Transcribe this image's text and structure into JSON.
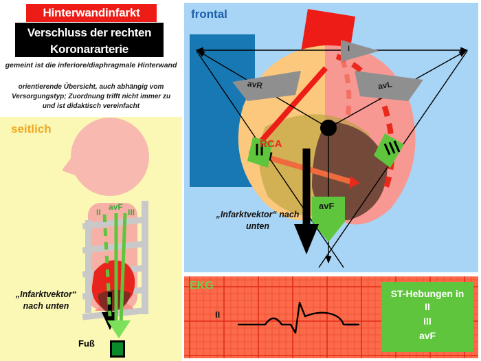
{
  "header": {
    "title_red": "Hinterwandinfarkt",
    "title_black": "Verschluss der rechten Koronararterie",
    "subtitle_1": "gemeint ist die inferiore/diaphragmale Hinterwand",
    "subtitle_2": "orientierende Übersicht, auch abhängig vom Versorgungstyp; Zuordnung trifft nicht immer zu und ist didaktisch vereinfacht"
  },
  "seitlich": {
    "label": "seitlich",
    "vector_text": "„Infarktvektor“ nach unten",
    "foot_label": "Fuß",
    "leads": [
      "II",
      "avF",
      "III"
    ]
  },
  "frontal": {
    "label": "frontal",
    "artery_label": "RCA",
    "vector_text": "„Infarktvektor“ nach unten",
    "electrodes": [
      "I",
      "avR",
      "avL",
      "II",
      "III",
      "avF"
    ]
  },
  "ekg": {
    "label": "EKG",
    "lead_label": "II",
    "st_box": {
      "heading": "ST-Hebungen in",
      "leads": [
        "II",
        "III",
        "avF"
      ]
    }
  },
  "colors": {
    "accent_red": "#ed1c16",
    "panel_yellow": "#fbf7b5",
    "panel_blue": "#a8d4f5",
    "ekg_red": "#fb6a4a",
    "lead_green": "#5ec53c",
    "heart_pink": "#f79992",
    "heart_orange": "#fbc87d",
    "infarct_brown": "#6e4438",
    "frontal_label_blue": "#1a5fa8",
    "seitlich_label_orange": "#f0a81e"
  }
}
